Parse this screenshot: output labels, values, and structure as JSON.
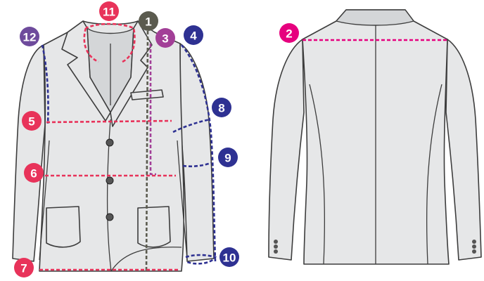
{
  "colors": {
    "jacket_fill": "#e6e7e8",
    "outline": "#3d3d3d",
    "red": "#e8335a",
    "magenta": "#e6007e",
    "navy": "#2e3192",
    "purple": "#6e4b9c",
    "violet": "#a23f97",
    "olive": "#5b5b4f"
  },
  "badges": {
    "b1": "1",
    "b2": "2",
    "b3": "3",
    "b4": "4",
    "b5": "5",
    "b6": "6",
    "b7": "7",
    "b8": "8",
    "b9": "9",
    "b10": "10",
    "b11": "11",
    "b12": "12"
  }
}
